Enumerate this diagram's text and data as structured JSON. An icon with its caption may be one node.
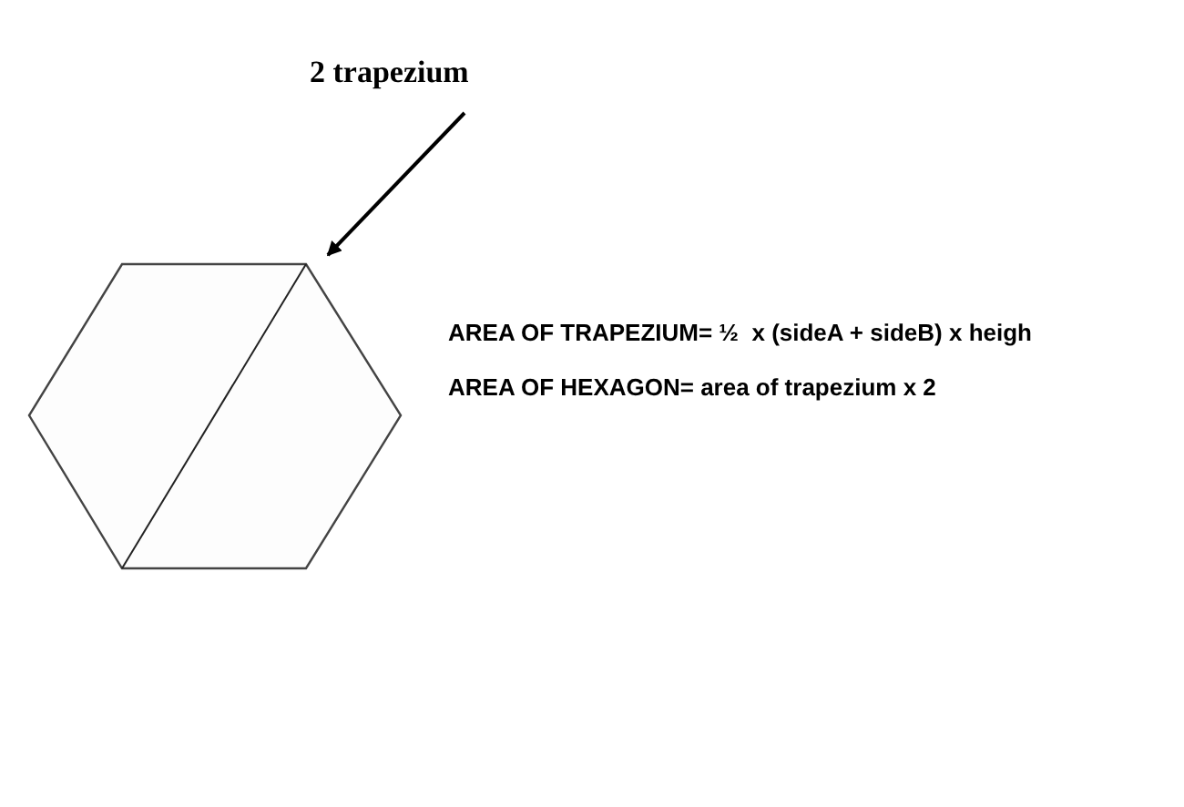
{
  "diagram": {
    "nodes": [
      {
        "text": [
          "2 trapezium"
        ]
      },
      {
        "text": [],
        "shape": "hexagon"
      }
    ],
    "edges": [
      {
        "from": 0,
        "to": 1,
        "arrow": "to"
      }
    ],
    "labels": [
      "AREA OF TRAPEZIUM= ½  x (sideA + sideB) x heigh",
      "AREA OF HEXAGON= area of trapezium x 2"
    ]
  }
}
